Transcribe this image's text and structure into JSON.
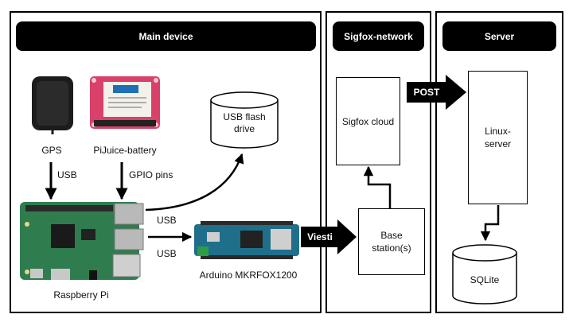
{
  "panels": {
    "main": {
      "title": "Main device"
    },
    "sigfox": {
      "title": "Sigfox-network"
    },
    "server": {
      "title": "Server"
    }
  },
  "components": {
    "gps": "GPS",
    "pijuice": "PiJuice-battery",
    "usb_flash": "USB flash\ndrive",
    "raspberry": "Raspberry Pi",
    "arduino": "Arduino MKRFOX1200",
    "sigfox_cloud": "Sigfox cloud",
    "base_station": "Base\nstation(s)",
    "linux_server": "Linux-\nserver",
    "sqlite": "SQLite"
  },
  "connections": {
    "gps_usb": "USB",
    "gpio": "GPIO pins",
    "usb_flash_link": "USB",
    "usb_arduino": "USB",
    "viesti": "Viesti",
    "post": "POST"
  },
  "colors": {
    "pcb_green": "#2f7d4e",
    "pijuice_pink": "#d9406a",
    "gps_black": "#1c1c1c"
  }
}
